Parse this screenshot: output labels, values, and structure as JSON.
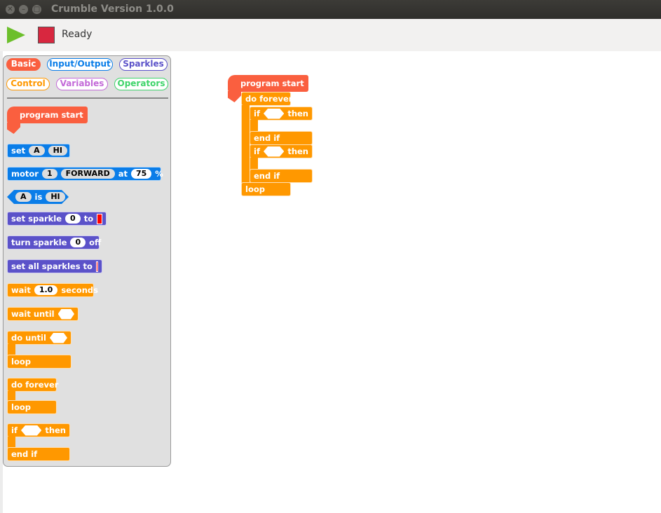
{
  "window": {
    "title": "Crumble Version 1.0.0"
  },
  "toolbar": {
    "status": "Ready"
  },
  "categories": {
    "basic": "Basic",
    "io": "Input/Output",
    "sparkles": "Sparkles",
    "control": "Control",
    "variables": "Variables",
    "operators": "Operators"
  },
  "colors": {
    "basic": "#fa5f3f",
    "io": "#0a7de8",
    "sparkles": "#5b52c9",
    "control": "#ff9800",
    "variables": "#c36ad8",
    "operators": "#3fd46b"
  },
  "palette": {
    "program_start": "program start",
    "set": {
      "label": "set",
      "var": "A",
      "val": "HI"
    },
    "motor": {
      "label": "motor",
      "num": "1",
      "dir": "FORWARD",
      "at": "at",
      "speed": "75",
      "pct": "%"
    },
    "is": {
      "var": "A",
      "label": "is",
      "val": "HI"
    },
    "set_sparkle": {
      "label": "set sparkle",
      "num": "0",
      "to": "to"
    },
    "turn_sparkle": {
      "label": "turn sparkle",
      "num": "0",
      "off": "off"
    },
    "set_all": {
      "label": "set all sparkles to"
    },
    "wait": {
      "label": "wait",
      "val": "1.0",
      "unit": "seconds"
    },
    "wait_until": "wait until",
    "do_until": "do until",
    "loop": "loop",
    "do_forever": "do forever",
    "if": "if",
    "then": "then",
    "end_if": "end if"
  },
  "canvas": {
    "program_start": "program start",
    "do_forever": "do forever",
    "if": "if",
    "then": "then",
    "end_if": "end if",
    "loop": "loop"
  }
}
